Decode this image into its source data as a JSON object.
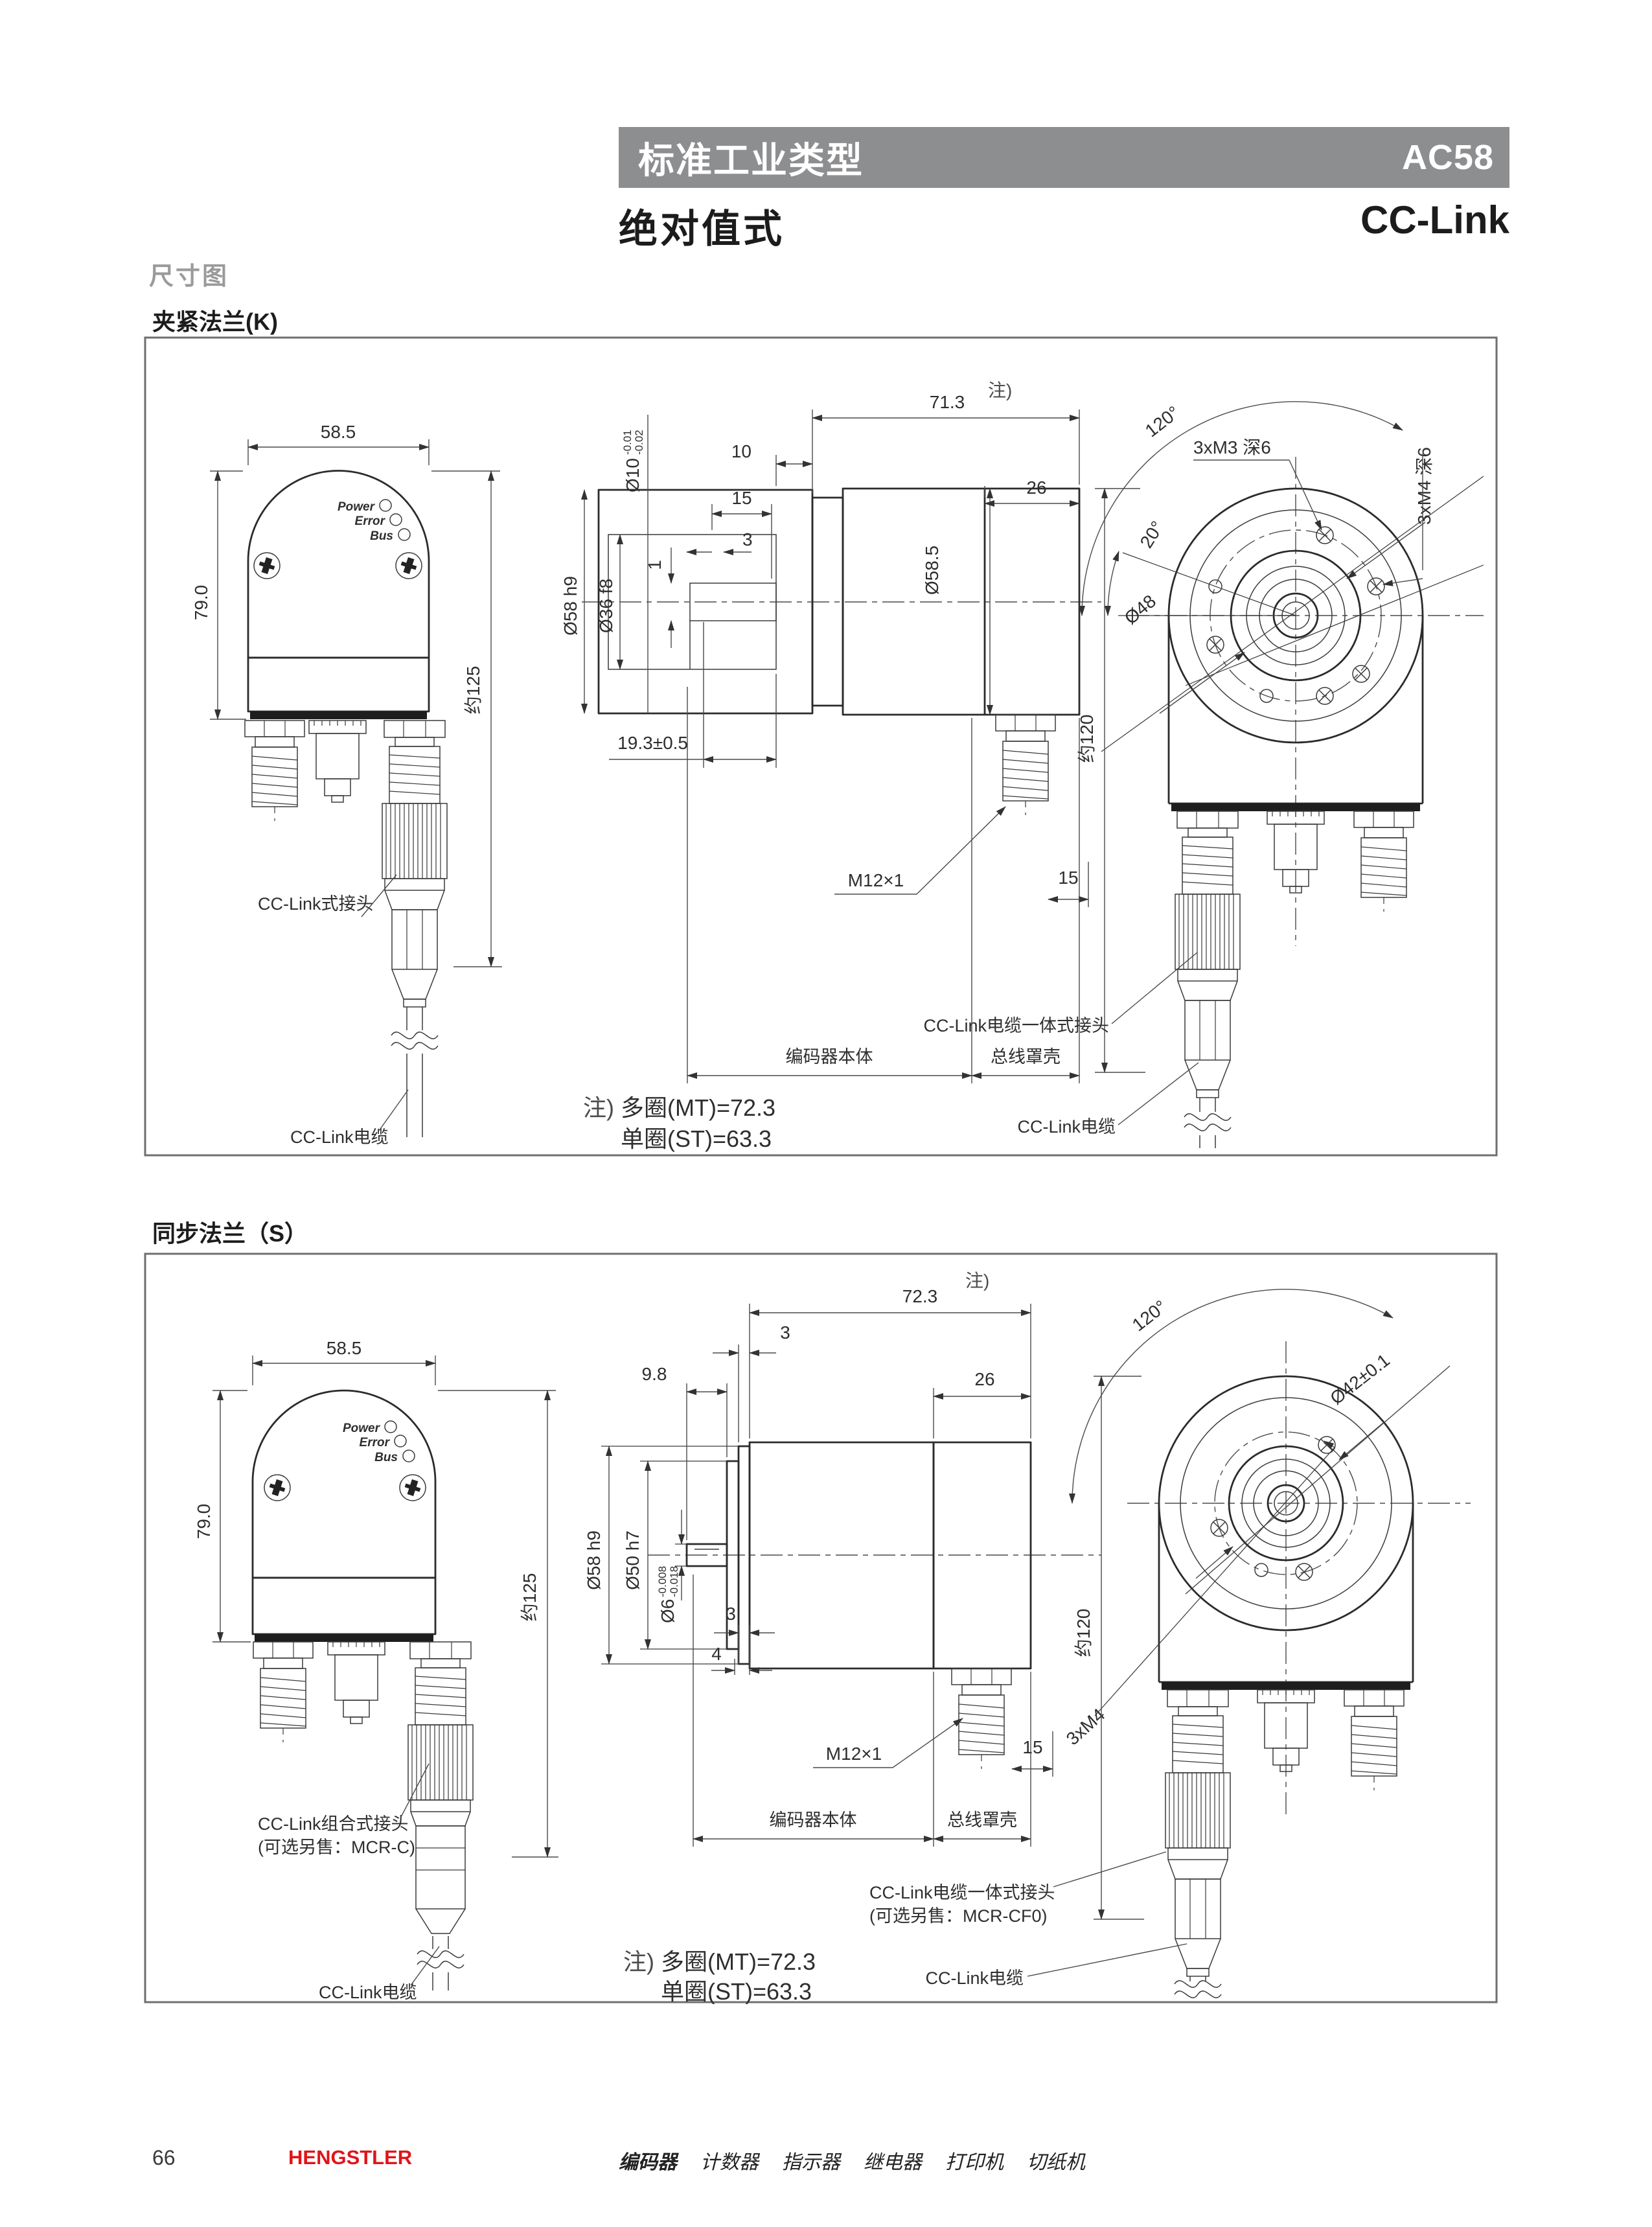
{
  "header": {
    "type_label": "标准工业类型",
    "model": "AC58",
    "subtitle": "绝对值式",
    "bus": "CC-Link",
    "bar_color": "#8d8e90"
  },
  "page": {
    "dim_section_label": "尺寸图"
  },
  "sections": [
    {
      "title": "夹紧法兰(K)",
      "left_view": {
        "width_dim": "58.5",
        "height_dim": "79.0",
        "approx_len": "约125",
        "leds": {
          "power": "Power",
          "error": "Error",
          "bus": "Bus"
        },
        "connector_label": "CC-Link式接头",
        "cable_label": "CC-Link电缆"
      },
      "middle_view": {
        "total": "71.3",
        "note_ref": "注)",
        "cover": "26",
        "len10": "10",
        "len15": "15",
        "len3": "3",
        "len1": "1",
        "shaft_dia": "Ø10",
        "shaft_tol_u": "-0.01",
        "shaft_tol_l": "-0.02",
        "flange_dia": "Ø58 h9",
        "hub_dia": "Ø36 f8",
        "body_dia": "Ø58.5",
        "depth": "19.3±0.5",
        "thread": "M12×1",
        "conn_len": "15",
        "body_label": "编码器本体",
        "cover_label": "总线罩壳"
      },
      "right_view": {
        "angle120": "120°",
        "angle20": "20°",
        "m3": "3xM3 深6",
        "m4": "3xM4 深6",
        "bolt_circle": "Ø48",
        "approx_h": "约120",
        "conn_label": "CC-Link电缆一体式接头",
        "cable_label": "CC-Link电缆"
      },
      "note": {
        "ref": "注)",
        "line1": "多圈(MT)=72.3",
        "line2": "单圈(ST)=63.3"
      }
    },
    {
      "title": "同步法兰（S）",
      "left_view": {
        "width_dim": "58.5",
        "height_dim": "79.0",
        "approx_len": "约125",
        "leds": {
          "power": "Power",
          "error": "Error",
          "bus": "Bus"
        },
        "connector_label": "CC-Link组合式接头",
        "connector_label2": "(可选另售：MCR-C)",
        "cable_label": "CC-Link电缆"
      },
      "middle_view": {
        "total": "72.3",
        "note_ref": "注)",
        "plate": "3",
        "len98": "9.8",
        "cover": "26",
        "flange_dia": "Ø58 h9",
        "pilot_dia": "Ø50 h7",
        "shaft_dia": "Ø6",
        "shaft_tol_u": "-0.008",
        "shaft_tol_l": "-0.018",
        "len3b": "3",
        "len4": "4",
        "thread": "M12×1",
        "conn_len": "15",
        "body_label": "编码器本体",
        "cover_label": "总线罩壳"
      },
      "right_view": {
        "angle120": "120°",
        "bolt_circle": "Ø42±0.1",
        "m4": "3xM4",
        "approx_h": "约120",
        "conn_label": "CC-Link电缆一体式接头",
        "conn_label2": "(可选另售：MCR-CF0)",
        "cable_label": "CC-Link电缆"
      },
      "note": {
        "ref": "注)",
        "line1": "多圈(MT)=72.3",
        "line2": "单圈(ST)=63.3"
      }
    }
  ],
  "footer": {
    "page_number": "66",
    "brand": "HENGSTLER",
    "brand_color": "#e01519",
    "items": [
      "编码器",
      "计数器",
      "指示器",
      "继电器",
      "打印机",
      "切纸机"
    ]
  }
}
